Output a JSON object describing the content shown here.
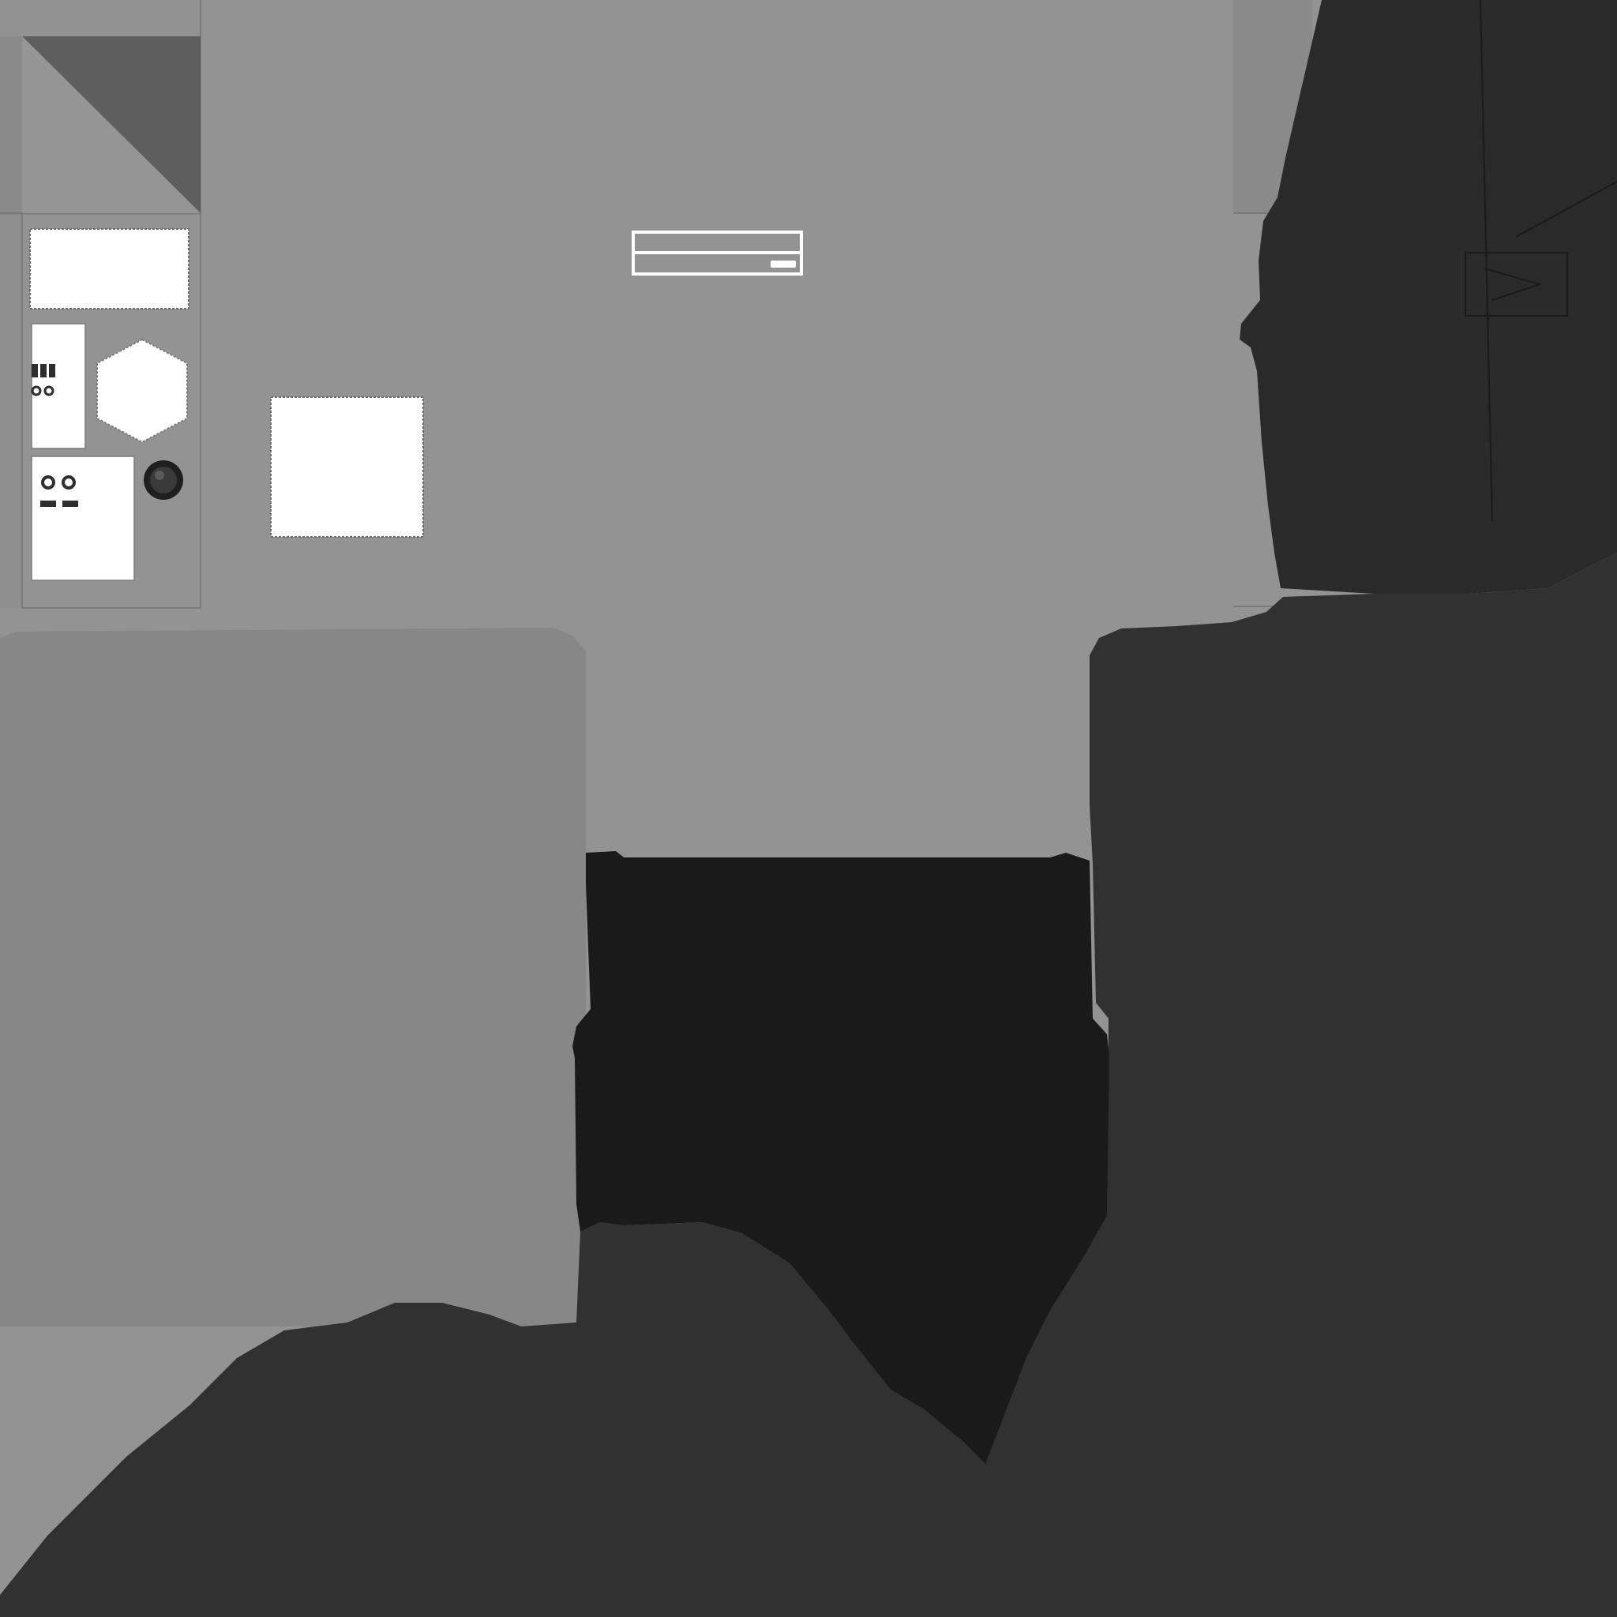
{
  "texture_map": {
    "background_color": "#939393",
    "colors": {
      "light_gray": "#939393",
      "mid_gray": "#878787",
      "side_gray": "#8a8a8a",
      "dark_gray": "#5e5e5e",
      "charcoal": "#313131",
      "near_black": "#1a1a1a",
      "white": "#ffffff",
      "outline": "#6b6b6b"
    },
    "parts": [
      "left-panel",
      "diagonal-corner",
      "white-rectangle-label",
      "small-control-panel",
      "hexagon-patch",
      "round-knob",
      "large-control-panel",
      "floating-square-patch",
      "top-slot-bar",
      "right-dark-shape",
      "left-lower-gray-block",
      "center-black-block",
      "bottom-dark-shape"
    ]
  }
}
